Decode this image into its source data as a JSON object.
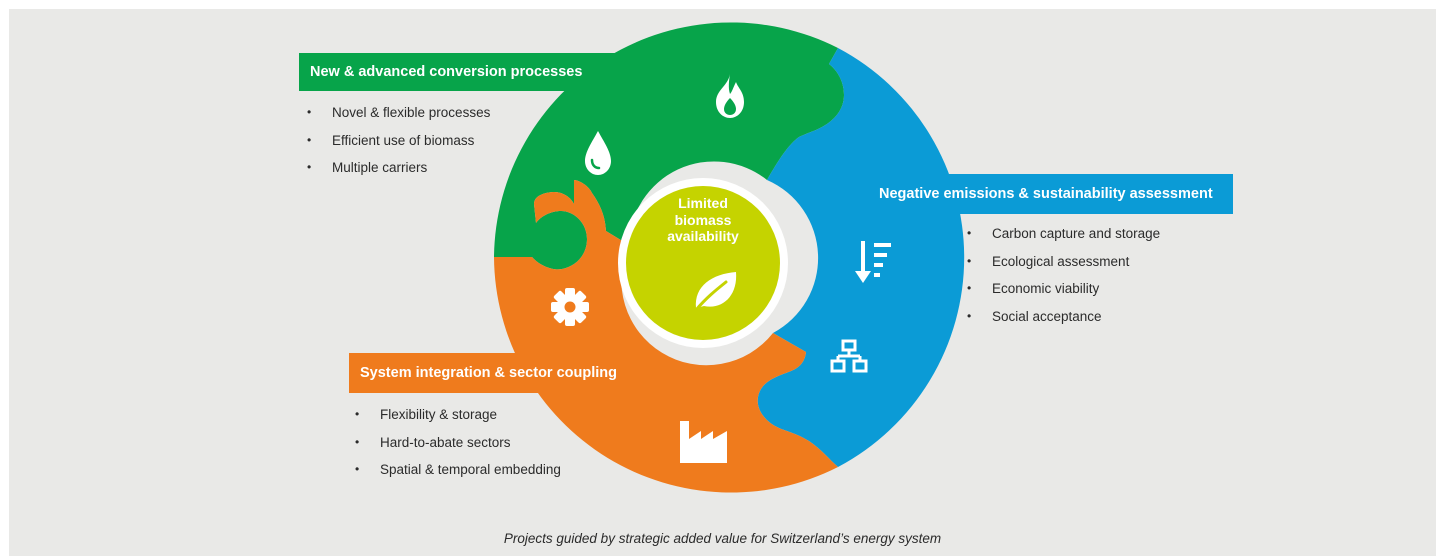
{
  "center": {
    "lines": [
      "Limited",
      "biomass",
      "availability"
    ],
    "icon": "leaf-icon"
  },
  "segments": {
    "conversion": {
      "title": "New & advanced conversion processes",
      "color": "#07a44a",
      "bullets": [
        "Novel & flexible processes",
        "Efficient use of biomass",
        "Multiple carriers"
      ],
      "icons": [
        "flame-icon",
        "water-drop-icon"
      ]
    },
    "negative": {
      "title": "Negative emissions & sustainability assessment",
      "color": "#0b9bd6",
      "bullets": [
        "Carbon capture and storage",
        "Ecological assessment",
        "Economic viability",
        "Social acceptance"
      ],
      "icons": [
        "sort-down-icon",
        "network-icon"
      ]
    },
    "system": {
      "title": "System integration & sector coupling",
      "color": "#ef7b1d",
      "bullets": [
        "Flexibility & storage",
        "Hard-to-abate sectors",
        "Spatial & temporal embedding"
      ],
      "icons": [
        "gear-icon",
        "factory-icon"
      ]
    }
  },
  "colors": {
    "background": "#e9e9e7",
    "center_fill": "#c5d300",
    "center_ring": "#ffffff"
  },
  "caption": "Projects guided by strategic added value for Switzerland’s energy system"
}
